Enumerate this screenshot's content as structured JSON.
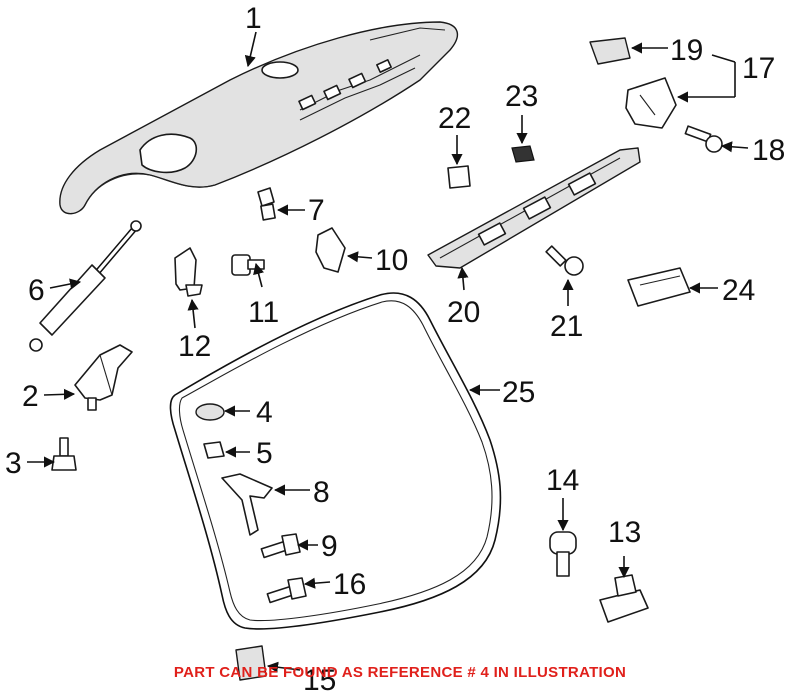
{
  "callouts": [
    {
      "id": "1",
      "label": "1"
    },
    {
      "id": "2",
      "label": "2"
    },
    {
      "id": "3",
      "label": "3"
    },
    {
      "id": "4",
      "label": "4"
    },
    {
      "id": "5",
      "label": "5"
    },
    {
      "id": "6",
      "label": "6"
    },
    {
      "id": "7",
      "label": "7"
    },
    {
      "id": "8",
      "label": "8"
    },
    {
      "id": "9",
      "label": "9"
    },
    {
      "id": "10",
      "label": "10"
    },
    {
      "id": "11",
      "label": "11"
    },
    {
      "id": "12",
      "label": "12"
    },
    {
      "id": "13",
      "label": "13"
    },
    {
      "id": "14",
      "label": "14"
    },
    {
      "id": "15",
      "label": "15"
    },
    {
      "id": "16",
      "label": "16"
    },
    {
      "id": "17",
      "label": "17"
    },
    {
      "id": "18",
      "label": "18"
    },
    {
      "id": "19",
      "label": "19"
    },
    {
      "id": "20",
      "label": "20"
    },
    {
      "id": "21",
      "label": "21"
    },
    {
      "id": "22",
      "label": "22"
    },
    {
      "id": "23",
      "label": "23"
    },
    {
      "id": "24",
      "label": "24"
    },
    {
      "id": "25",
      "label": "25"
    }
  ],
  "caption": {
    "text": "PART CAN BE FOUND AS REFERENCE # 4 IN ILLUSTRATION",
    "color": "#e0201b"
  }
}
